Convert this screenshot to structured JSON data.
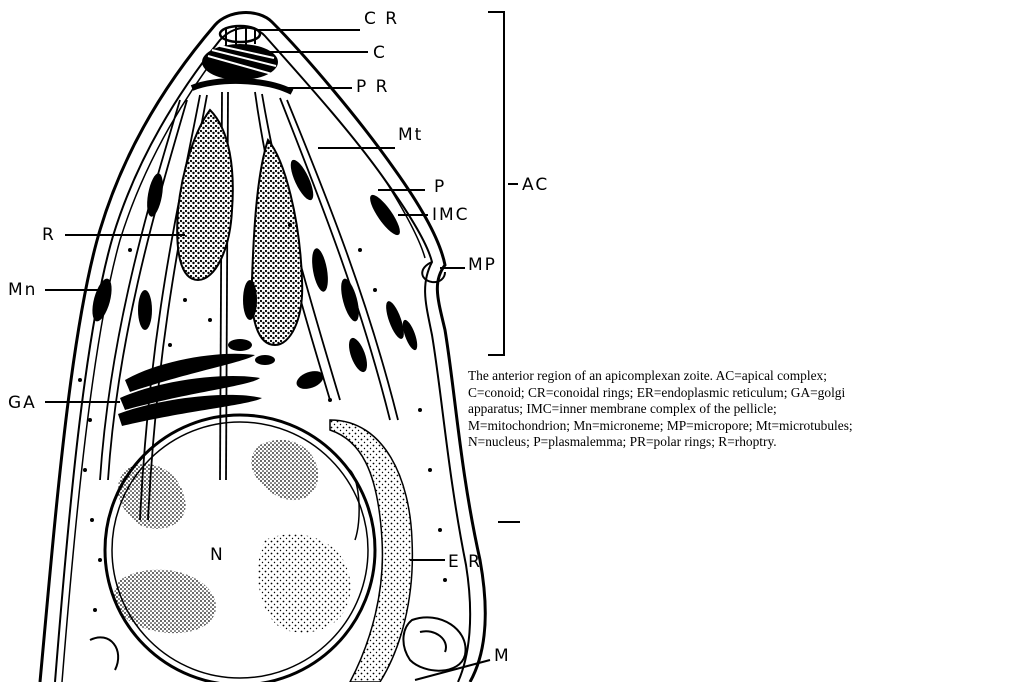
{
  "labels": {
    "cr": "C R",
    "c": "C",
    "pr": "P R",
    "mt": "Mt",
    "p": "P",
    "imc": "IMC",
    "mp": "MP",
    "ac": "AC",
    "r": "R",
    "mn": "Mn",
    "ga": "GA",
    "n": "N",
    "er": "E R",
    "m": "M"
  },
  "caption": {
    "line1": "The anterior region of an apicomplexan zoite.  AC=apical complex;",
    "line2": "C=conoid; CR=conoidal rings; ER=endoplasmic reticulum; GA=golgi",
    "line3": "apparatus; IMC=inner membrane complex of the pellicle;",
    "line4": "M=mitochondrion; Mn=microneme; MP=micropore; Mt=microtubules;",
    "line5": "N=nucleus; P=plasmalemma; PR=polar rings; R=rhoptry."
  }
}
